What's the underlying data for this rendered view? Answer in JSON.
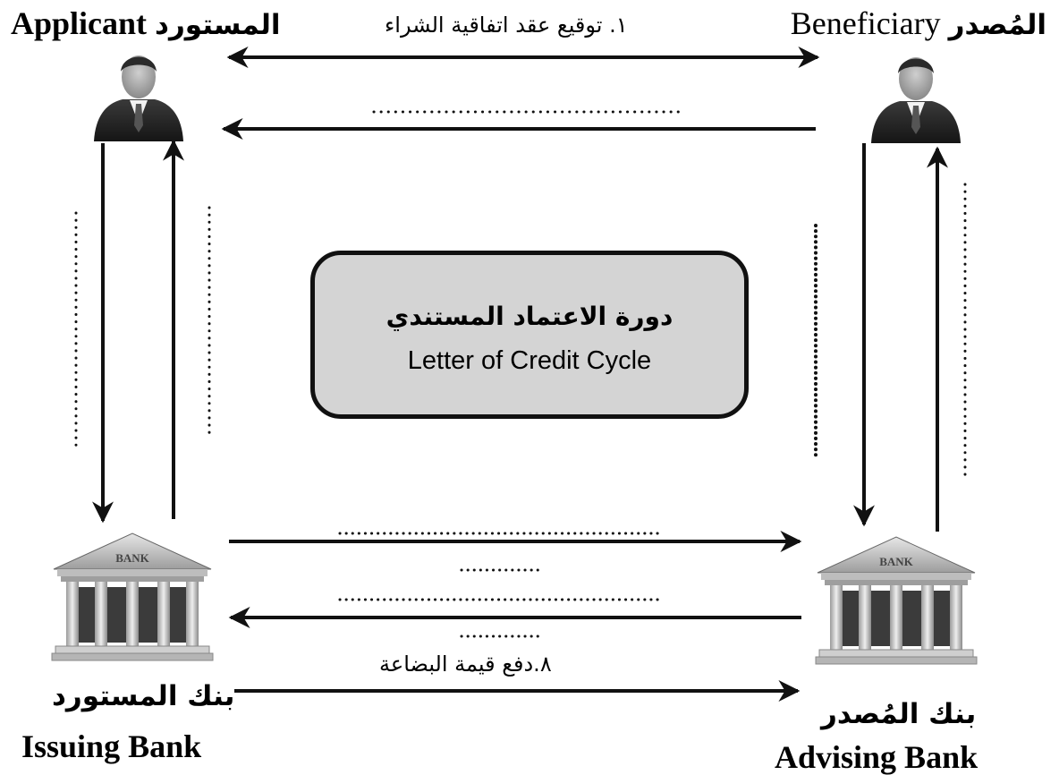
{
  "labels": {
    "applicant_ar": "المستورد",
    "applicant_en": "Applicant",
    "beneficiary_ar": "المُصدر",
    "beneficiary_en": "Beneficiary",
    "issuing_bank_ar": "بنك المستورد",
    "issuing_bank_en": "Issuing Bank",
    "advising_bank_ar": "بنك المُصدر",
    "advising_bank_en": "Advising Bank"
  },
  "steps": {
    "step1": "١. توقيع عقد اتفاقية الشراء",
    "step8": "٨.دفع قيمة البضاعة"
  },
  "center": {
    "title_ar": "دورة الاعتماد المستندي",
    "title_en": "Letter of Credit Cycle"
  },
  "bank_sign": "BANK",
  "icons": {
    "person": "businessman-icon",
    "bank": "bank-building-icon"
  }
}
